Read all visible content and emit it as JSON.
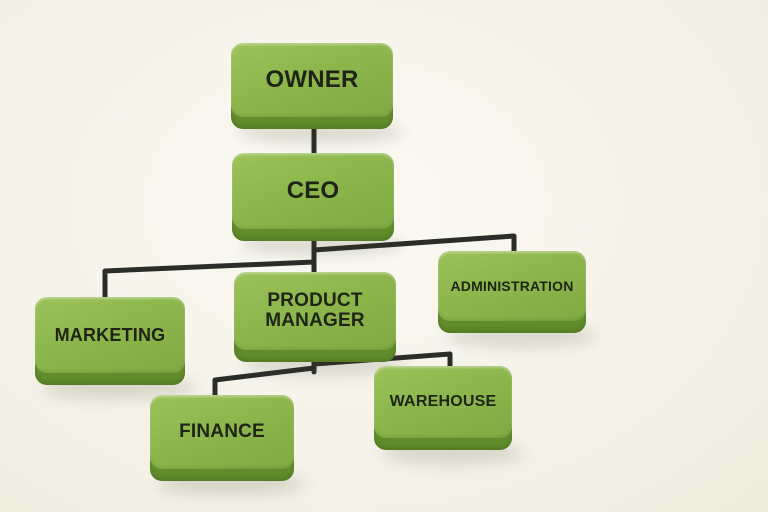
{
  "colors": {
    "box_top": "#8db64c",
    "box_side": "#5f8a2a",
    "connector": "#2b2d28",
    "text": "#1f2416",
    "background": "#f5f3e9"
  },
  "nodes": [
    {
      "id": "owner",
      "label": "OWNER"
    },
    {
      "id": "ceo",
      "label": "CEO"
    },
    {
      "id": "marketing",
      "label": "MARKETING"
    },
    {
      "id": "product_manager",
      "label": "PRODUCT\nMANAGER"
    },
    {
      "id": "administration",
      "label": "ADMINISTRATION"
    },
    {
      "id": "finance",
      "label": "FINANCE"
    },
    {
      "id": "warehouse",
      "label": "WAREHOUSE"
    }
  ],
  "edges": [
    {
      "from": "owner",
      "to": "ceo"
    },
    {
      "from": "ceo",
      "to": "marketing"
    },
    {
      "from": "ceo",
      "to": "product_manager"
    },
    {
      "from": "ceo",
      "to": "administration"
    },
    {
      "from": "product_manager",
      "to": "finance"
    },
    {
      "from": "product_manager",
      "to": "warehouse"
    }
  ]
}
